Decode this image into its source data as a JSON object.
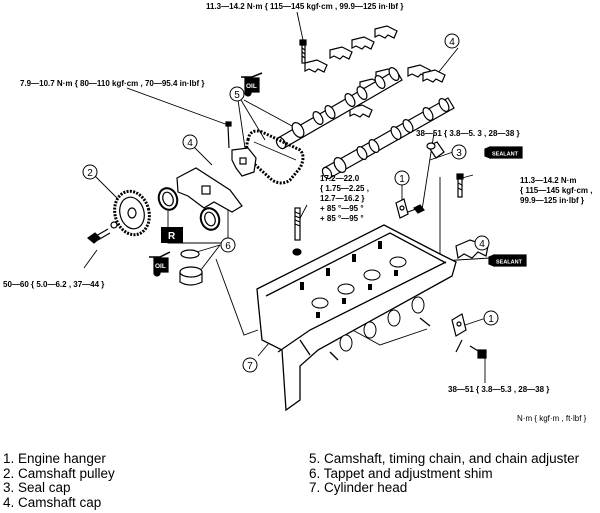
{
  "torque_specs": {
    "camshaft_cap_bolt": "11.3—14.2 N·m { 115—145 kgf·cm , 99.9—125 in·lbf }",
    "chain_adjuster_bolt": "7.9—10.7 N·m { 80—110 kgf·cm , 70—95.4 in·lbf }",
    "engine_hanger_upper": "38—51 { 3.8—5. 3 , 28—38 }",
    "cap_side_bolt": [
      "11.3—14.2 N·m",
      "{ 115—145 kgf·cm ,",
      "99.9—125 in·lbf }"
    ],
    "head_bolt": [
      "17.2—22.0",
      "{ 1.75—2.25 ,",
      "12.7—16.2 }",
      "+ 85 °—95 °",
      "+ 85 °—95 °"
    ],
    "pulley_bolt": "50—60 { 5.0—6.2 , 37—44 }",
    "engine_hanger_lower": "38—51 { 3.8—5.3 , 28—38 }",
    "units_note": "N·m { kgf·m , ft·lbf }"
  },
  "tags": {
    "oil": "OIL",
    "sealant": "SEALANT",
    "replace": "R"
  },
  "callouts": [
    "1",
    "2",
    "3",
    "4",
    "5",
    "6",
    "7"
  ],
  "legend": {
    "left": [
      "1.  Engine hanger",
      "2.  Camshaft pulley",
      "3.  Seal cap",
      "4.  Camshaft cap"
    ],
    "right": [
      "5.  Camshaft, timing chain, and chain adjuster",
      "6.  Tappet and adjustment shim",
      "7.  Cylinder head"
    ]
  }
}
